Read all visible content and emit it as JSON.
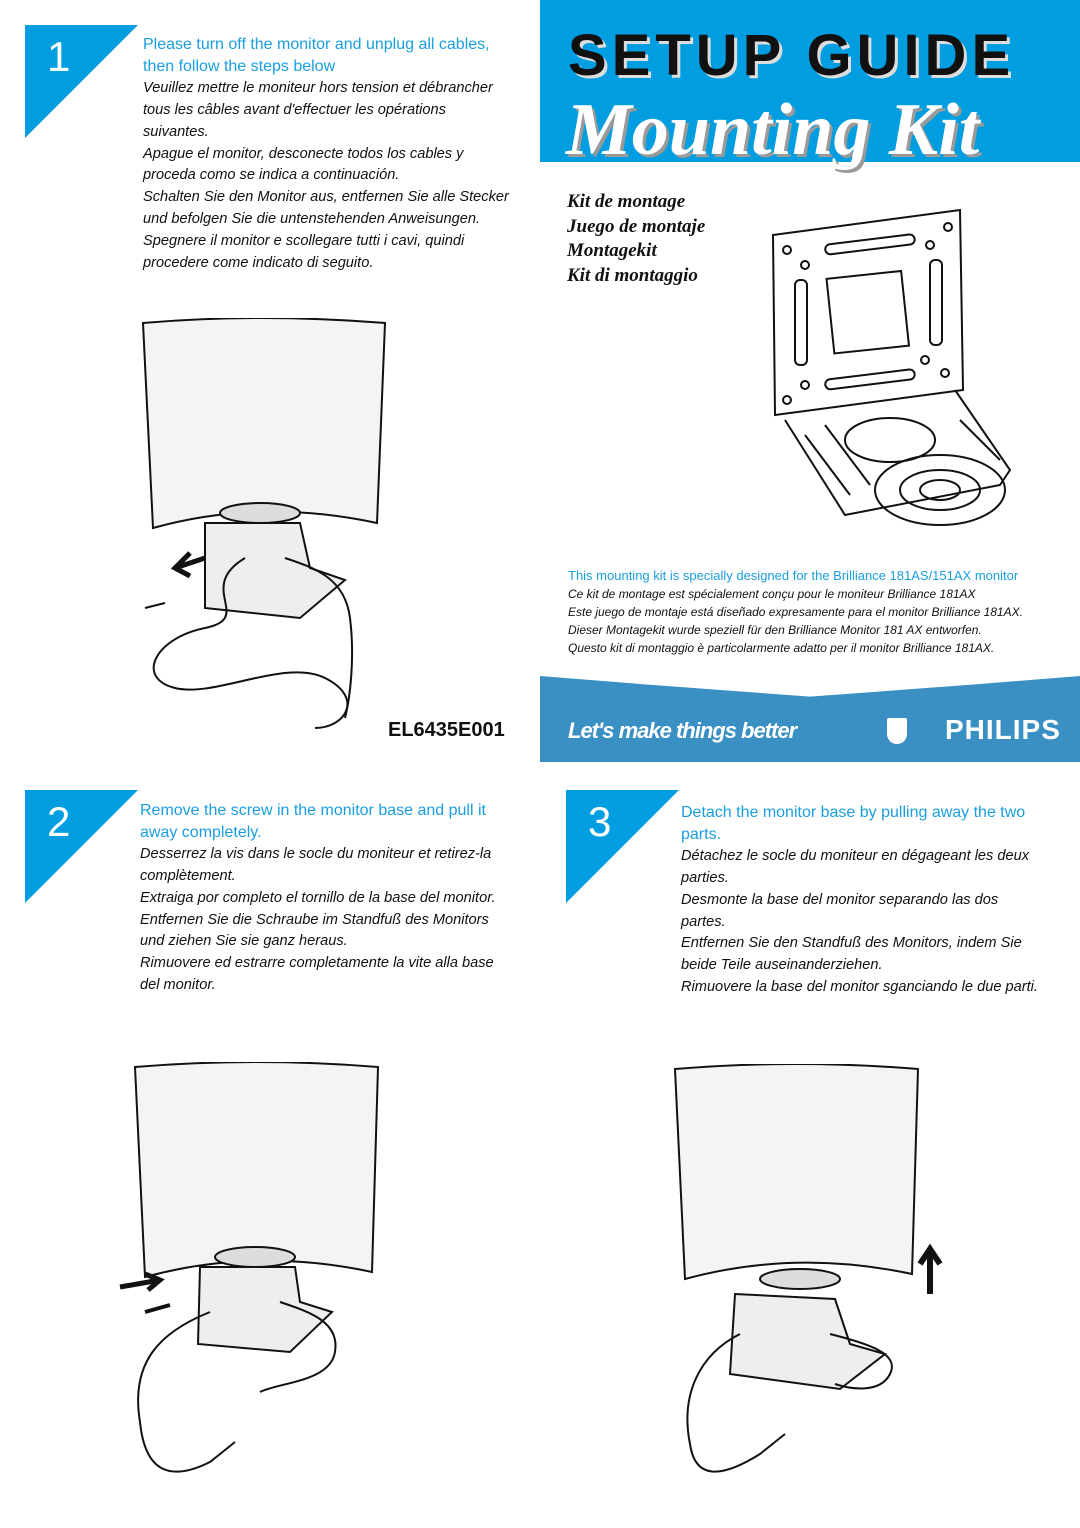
{
  "header": {
    "title": "SETUP GUIDE",
    "subtitle": "Mounting Kit",
    "translations": [
      "Kit de montage",
      "Juego de montaje",
      "Montagekit",
      "Kit di montaggio"
    ]
  },
  "description": {
    "en": "This mounting kit is specially designed for the Brilliance 181AS/151AX monitor",
    "fr": "Ce kit de montage est spécialement conçu pour le moniteur Brilliance 181AX",
    "es": "Este juego de montaje está diseñado expresamente para el monitor Brilliance 181AX.",
    "de": "Dieser Montagekit wurde speziell für den Brilliance Monitor 181 AX entworfen.",
    "it": "Questo kit di montaggio è particolarmente adatto per il monitor Brilliance 181AX."
  },
  "banner": {
    "slogan": "Let's make things better",
    "brand": "PHILIPS"
  },
  "figure_code": "EL6435E001",
  "steps": [
    {
      "number": "1",
      "en": "Please turn off the monitor and unplug all cables, then follow the steps below",
      "fr": "Veuillez mettre le moniteur hors tension et débrancher tous les câbles avant d'effectuer les opérations suivantes.",
      "es": "Apague el monitor, desconecte todos los cables y proceda como se indica a continuación.",
      "de": "Schalten Sie den Monitor aus, entfernen Sie alle Stecker und befolgen Sie die untenstehenden Anweisungen.",
      "it": "Spegnere il monitor e scollegare tutti i cavi, quindi procedere come indicato di seguito."
    },
    {
      "number": "2",
      "en": "Remove the screw in the monitor base and pull it away completely.",
      "fr": "Desserrez la vis dans le socle du moniteur et retirez-la complètement.",
      "es": "Extraiga por completo el tornillo de la base del monitor.",
      "de": "Entfernen Sie die Schraube im Standfuß des Monitors und ziehen Sie sie ganz heraus.",
      "it": "Rimuovere ed estrarre completamente la vite alla base del monitor."
    },
    {
      "number": "3",
      "en": "Detach the monitor base by pulling away the two parts.",
      "fr": "Détachez le socle du moniteur en dégageant les deux parties.",
      "es": "Desmonte la base del monitor separando las dos partes.",
      "de": "Entfernen Sie den Standfuß des Monitors, indem Sie beide Teile auseinanderziehen.",
      "it": "Rimuovere la base del monitor sganciando le due parti."
    }
  ],
  "colors": {
    "accent": "#009ee0",
    "banner": "#3a8fc3"
  }
}
